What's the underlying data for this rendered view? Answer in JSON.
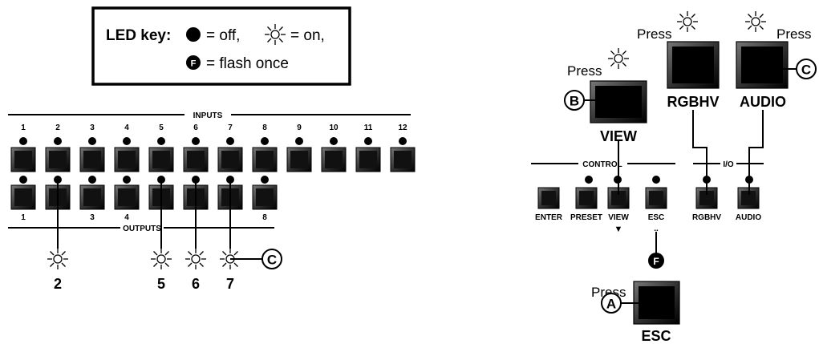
{
  "legend": {
    "title": "LED key:",
    "off_text": "= off,",
    "on_text": "= on,",
    "flash_text": "= flash once",
    "flash_symbol": "F"
  },
  "matrix": {
    "inputs_label": "INPUTS",
    "outputs_label": "OUTPUTS",
    "input_numbers": [
      "1",
      "2",
      "3",
      "4",
      "5",
      "6",
      "7",
      "8",
      "9",
      "10",
      "11",
      "12"
    ],
    "output_numbers": [
      "1",
      "",
      "3",
      "4",
      "",
      "",
      "",
      "8"
    ],
    "lit_outputs": [
      "2",
      "5",
      "6",
      "7"
    ],
    "callout": "C"
  },
  "front_panel": {
    "control_label": "CONTROL",
    "io_label": "I/O",
    "buttons": [
      "ENTER",
      "PRESET",
      "VIEW",
      "ESC",
      "RGBHV",
      "AUDIO"
    ],
    "view_arrow": "▼",
    "flash_symbol": "F"
  },
  "press_buttons": {
    "press_label": "Press",
    "view": {
      "label": "VIEW",
      "callout": "B"
    },
    "rgbhv": {
      "label": "RGBHV"
    },
    "audio": {
      "label": "AUDIO",
      "callout": "C"
    },
    "esc": {
      "label": "ESC",
      "callout": "A"
    }
  },
  "colors": {
    "ink": "#000000",
    "button": "#111111",
    "paper": "#ffffff"
  }
}
